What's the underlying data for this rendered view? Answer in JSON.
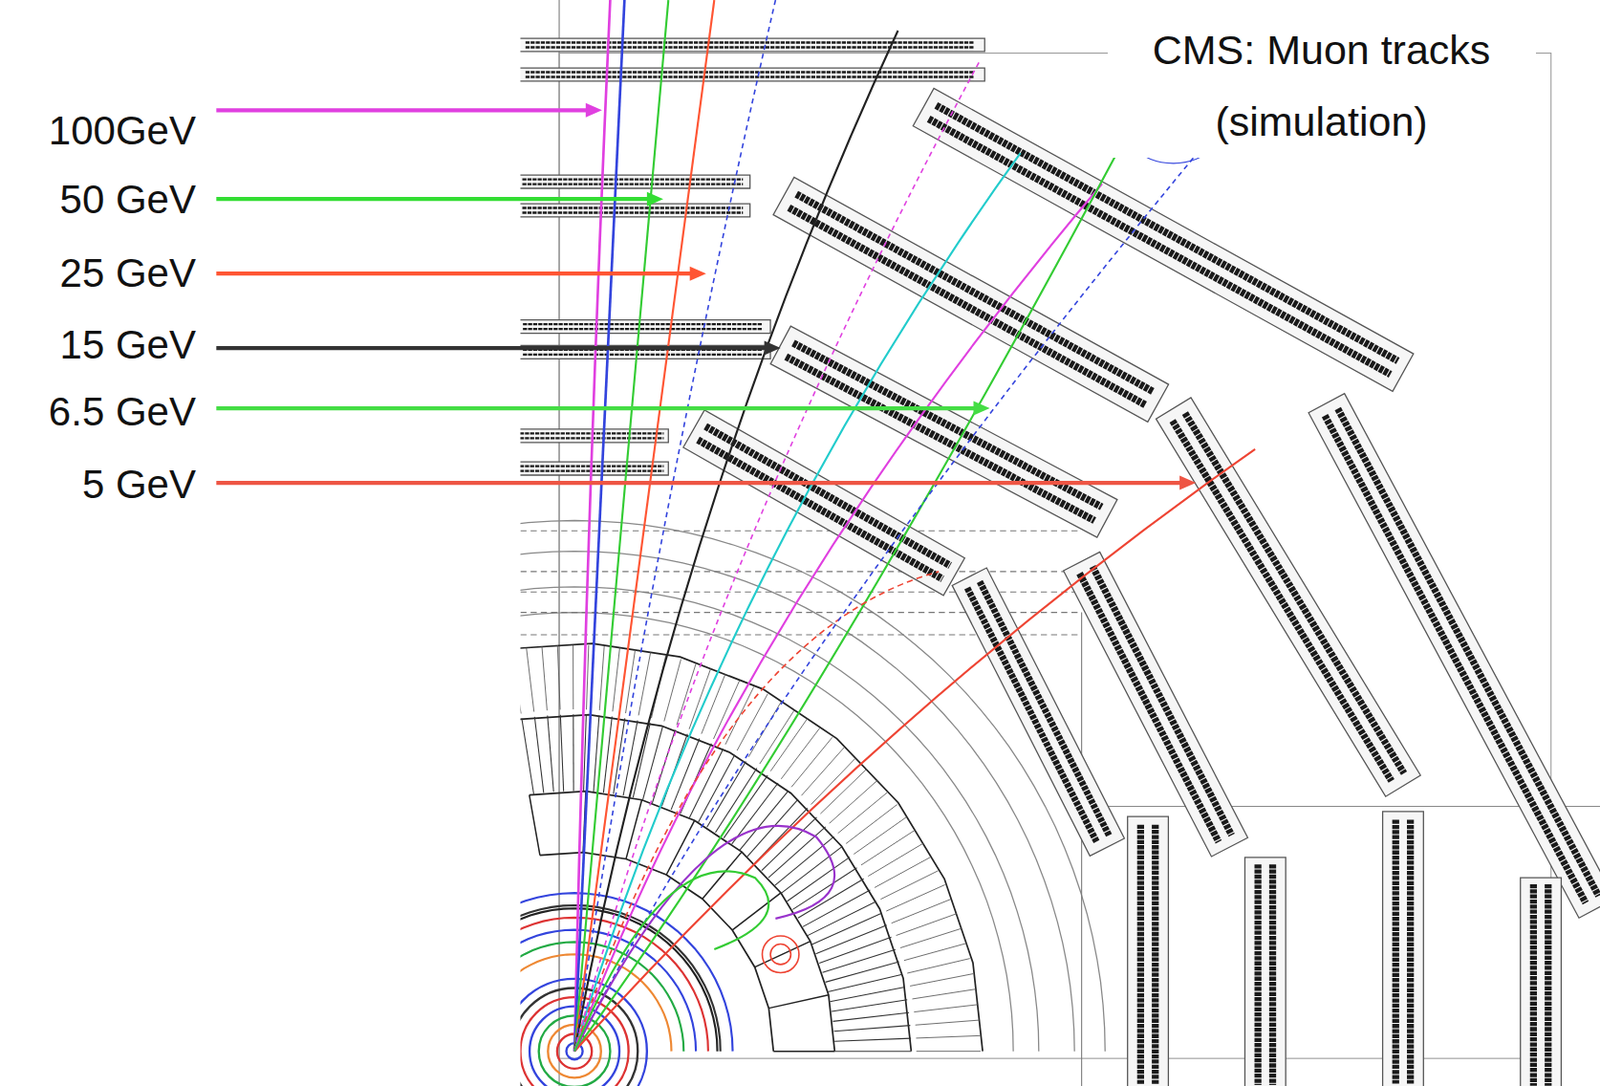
{
  "diagram": {
    "title": "CMS: Muon tracks (simulation)",
    "labels": [
      "100GeV",
      "50 GeV",
      "25 GeV",
      "15 GeV",
      "6.5 GeV",
      "5 GeV"
    ]
  }
}
